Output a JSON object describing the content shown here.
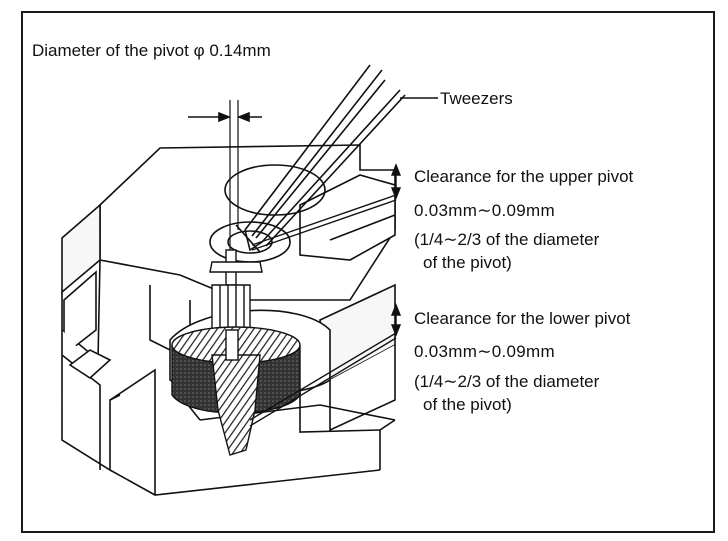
{
  "diagram": {
    "pivot_diameter_label": "Diameter of the pivot φ 0.14mm",
    "tweezers_label": "Tweezers",
    "upper": {
      "title": "Clearance for the upper pivot",
      "range": "0.03mm∼0.09mm",
      "ratio_line1": "(1/4∼2/3 of the diameter",
      "ratio_line2": "of the pivot)"
    },
    "lower": {
      "title": "Clearance for the lower pivot",
      "range": "0.03mm∼0.09mm",
      "ratio_line1": "(1/4∼2/3 of the diameter",
      "ratio_line2": "of the pivot)"
    },
    "colors": {
      "ink": "#111111",
      "paper": "#ffffff"
    }
  }
}
